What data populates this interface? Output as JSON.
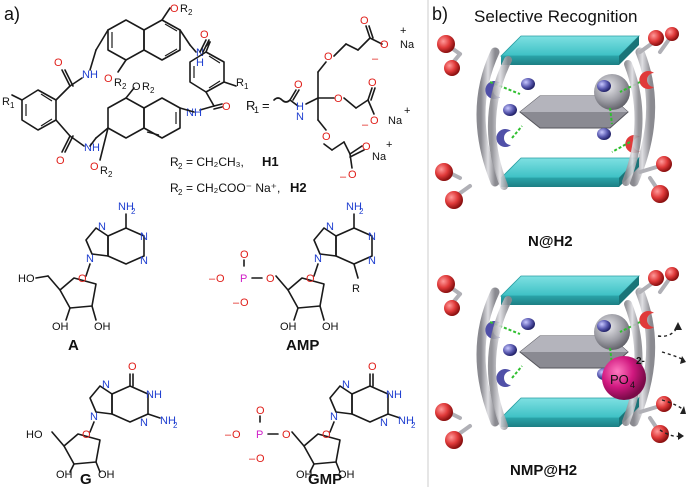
{
  "panel_a": {
    "label": "a)",
    "na_plus_1": "Na",
    "na_plus_2": "Na",
    "na_plus_3": "Na",
    "r1_def": "R",
    "r2_h1": "R",
    "h1": "H1",
    "h2": "H2",
    "r2_h1_formula": "= CH₂CH₃,",
    "r2_h2_formula": "= CH₂COO⁻ Na⁺,",
    "nucleotide_A": "A",
    "nucleotide_AMP": "AMP",
    "nucleotide_G": "G",
    "nucleotide_GMP": "GMP",
    "amp_r": "R"
  },
  "panel_b": {
    "label": "b)",
    "title": "Selective Recognition",
    "complex_1": "N@H2",
    "complex_2": "NMP@H2",
    "phosphate": "PO",
    "phosphate_sub": "4",
    "phosphate_charge": "2-"
  },
  "colors": {
    "plate": "#3cc0c4",
    "ball": "#e03a3a",
    "phosphate": "#d0187f",
    "guest": "#8a8a92",
    "hbond": "#2fbf2f"
  }
}
